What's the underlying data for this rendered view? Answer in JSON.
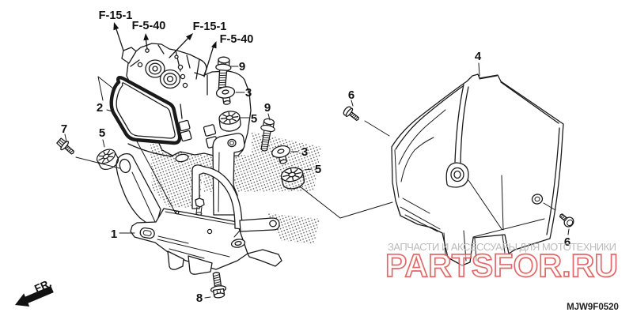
{
  "figure": {
    "code": "MJW9F0520"
  },
  "direction": {
    "label": "FR."
  },
  "references": [
    {
      "label": "F-15-1"
    },
    {
      "label": "F-5-40"
    },
    {
      "label": "F-15-1"
    },
    {
      "label": "F-5-40"
    }
  ],
  "callouts": [
    {
      "n": "1"
    },
    {
      "n": "2"
    },
    {
      "n": "3"
    },
    {
      "n": "3"
    },
    {
      "n": "4"
    },
    {
      "n": "5"
    },
    {
      "n": "5"
    },
    {
      "n": "5"
    },
    {
      "n": "6"
    },
    {
      "n": "6"
    },
    {
      "n": "7"
    },
    {
      "n": "8"
    },
    {
      "n": "9"
    },
    {
      "n": "9"
    }
  ],
  "watermark": {
    "line": "ЗАПЧАСТИ И АКСЕССУАРЫ ДЛЯ МОТОТЕХНИКИ",
    "brand": "PARTSFOR.RU"
  },
  "colors": {
    "ink": "#1a1a1a",
    "watermark_red": "#dd5a5a",
    "watermark_gray": "#bbbbbb"
  }
}
